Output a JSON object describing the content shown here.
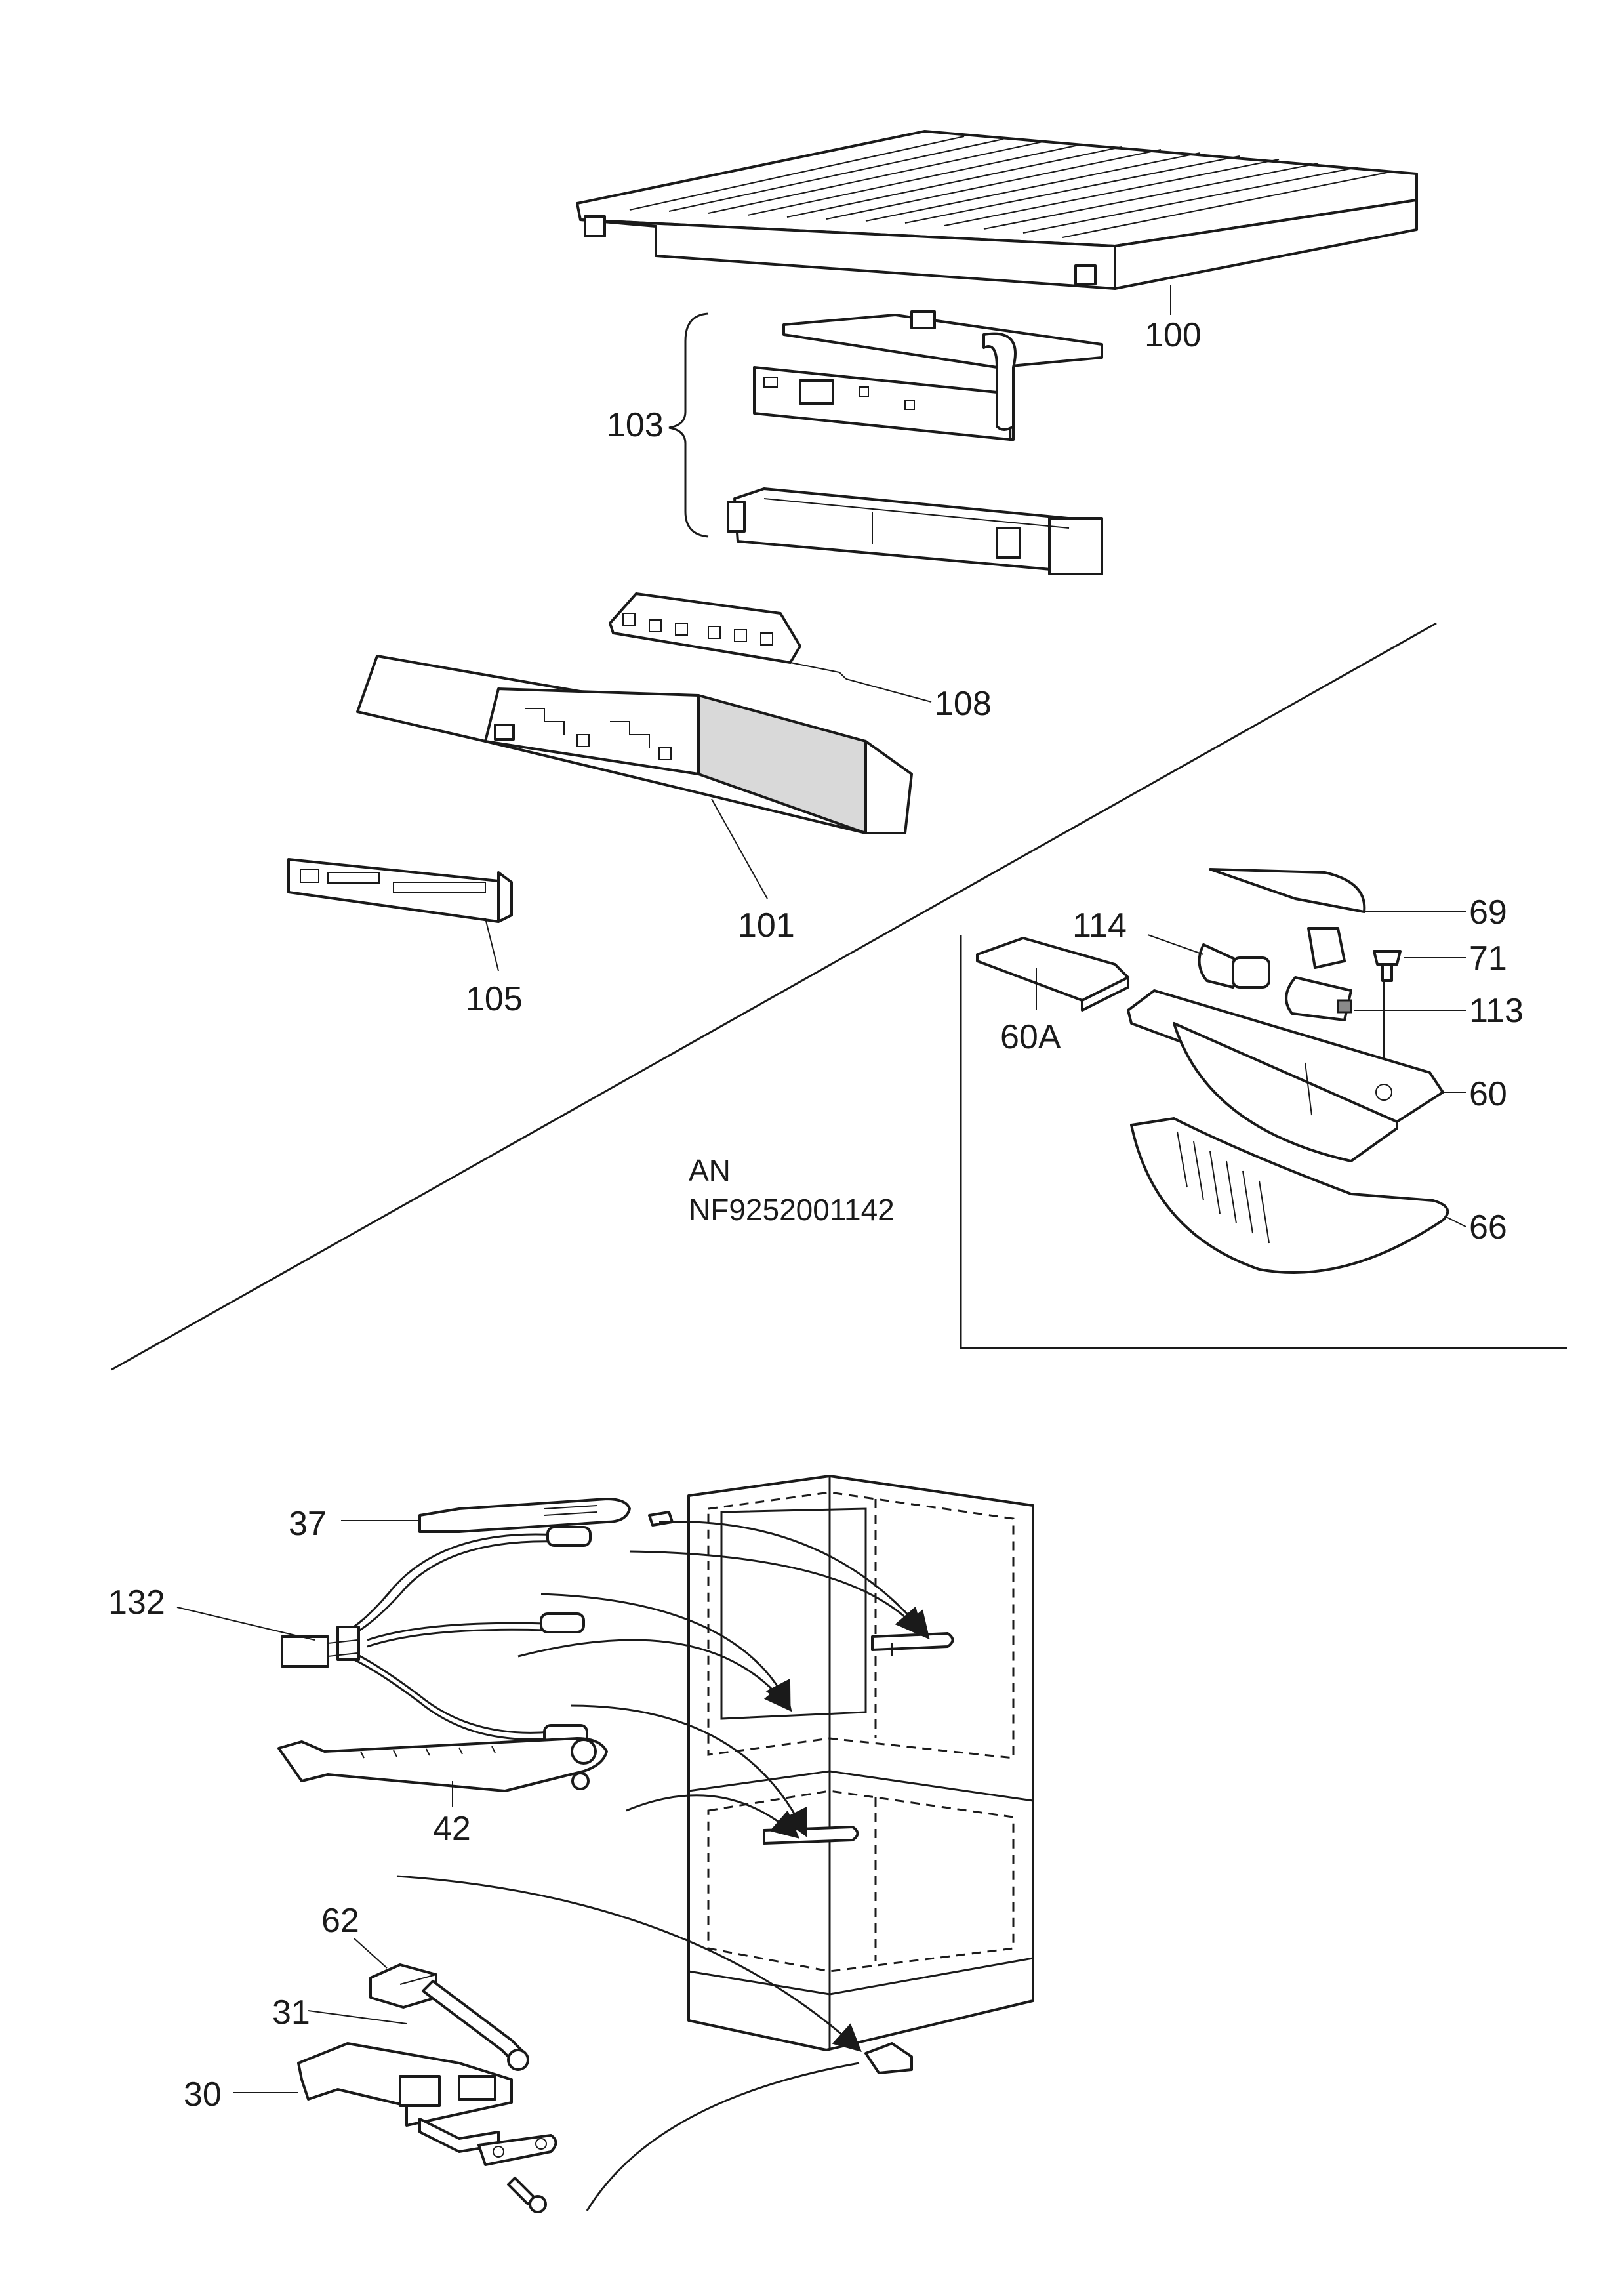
{
  "diagram": {
    "code_line1": "AN",
    "code_line2": "NF9252001142",
    "labels": {
      "p100": "100",
      "p103": "103",
      "p108": "108",
      "p101": "101",
      "p105": "105",
      "p69": "69",
      "p114": "114",
      "p71": "71",
      "p113": "113",
      "p60A": "60A",
      "p60": "60",
      "p66": "66",
      "p37": "37",
      "p132": "132",
      "p42": "42",
      "p62": "62",
      "p31": "31",
      "p30": "30"
    }
  }
}
